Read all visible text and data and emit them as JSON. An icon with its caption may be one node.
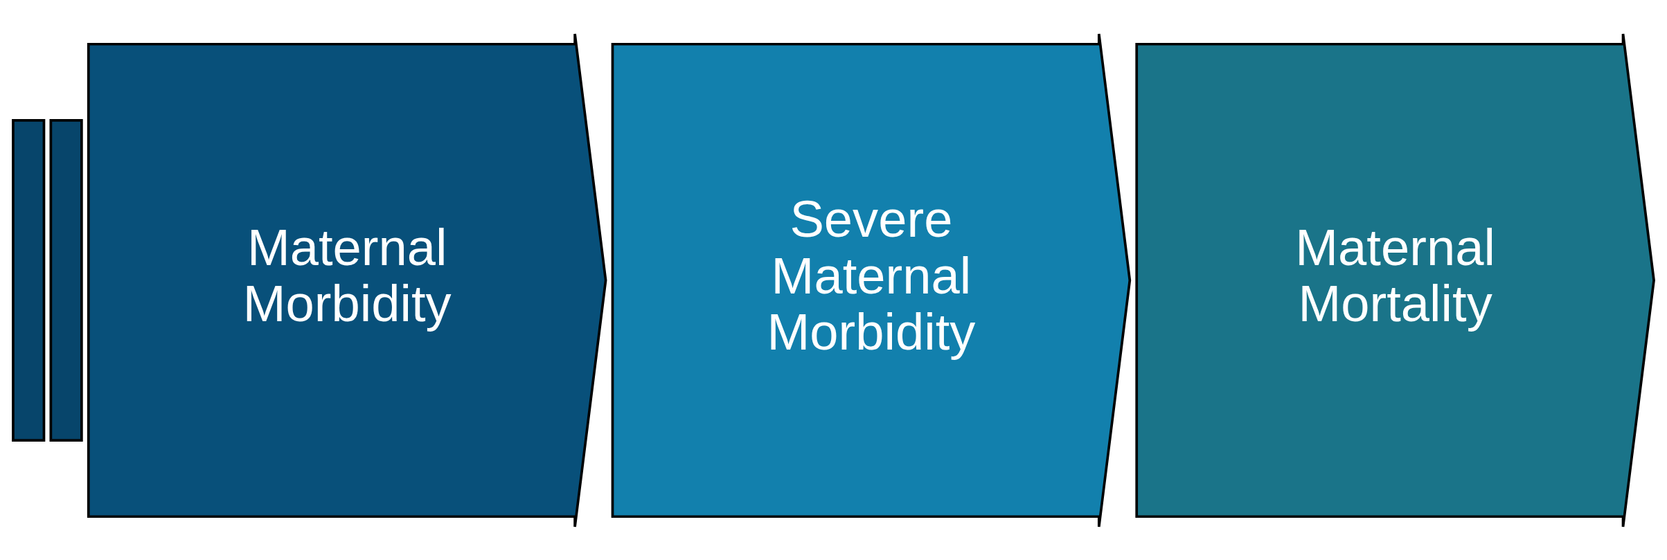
{
  "diagram": {
    "nodes": [
      {
        "text": [],
        "shape": "bar"
      },
      {
        "text": [],
        "shape": "bar"
      },
      {
        "text": [
          "Maternal Morbidity"
        ]
      },
      {
        "text": [
          "Severe Maternal Morbidity"
        ]
      },
      {
        "text": [
          "Maternal Mortality"
        ]
      }
    ],
    "edges": []
  }
}
